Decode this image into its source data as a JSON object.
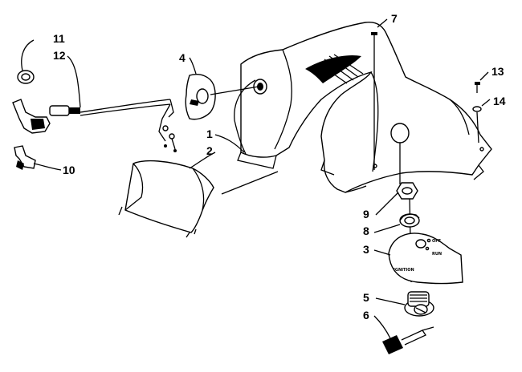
{
  "diagram": {
    "callouts": {
      "c1": "1",
      "c2": "2",
      "c3": "3",
      "c4": "4",
      "c5": "5",
      "c6": "6",
      "c7": "7",
      "c8": "8",
      "c9": "9",
      "c10": "10",
      "c11": "11",
      "c12": "12",
      "c13": "13",
      "c14": "14"
    },
    "switch_plate": {
      "off": "OFF",
      "run": "RUN",
      "ignition": "IGNITION"
    }
  }
}
